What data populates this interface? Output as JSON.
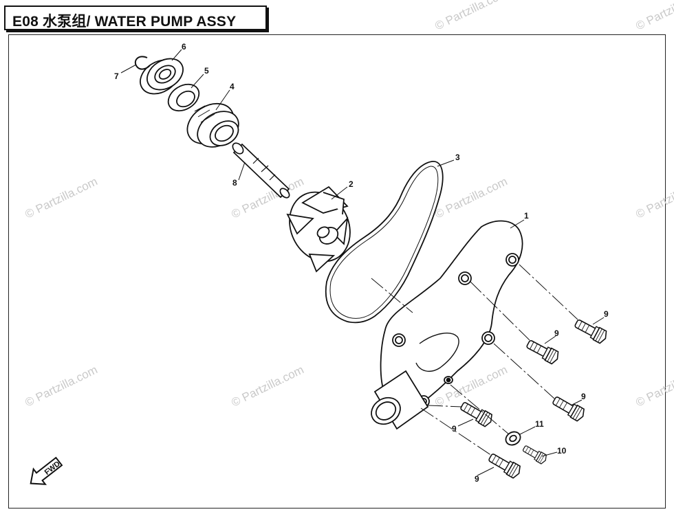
{
  "header": {
    "title": "E08  水泵组/ WATER PUMP ASSY"
  },
  "watermark": {
    "text": "© Partzilla.com"
  },
  "parts": {
    "p1": "1",
    "p2": "2",
    "p3": "3",
    "p4": "4",
    "p5": "5",
    "p6": "6",
    "p7": "7",
    "p8": "8",
    "p9": "9",
    "p10": "10",
    "p11": "11"
  },
  "fwd_arrow": {
    "label": "FWD"
  }
}
